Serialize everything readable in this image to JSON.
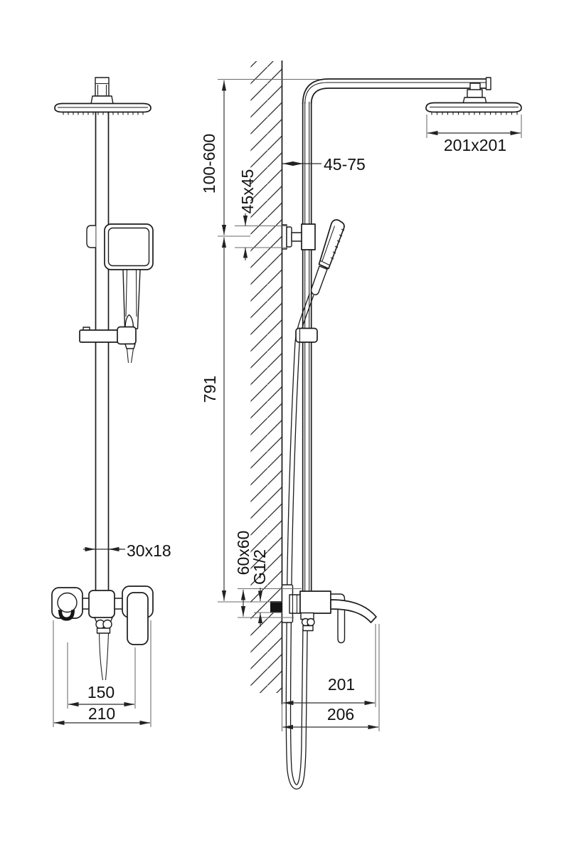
{
  "drawing": {
    "kind": "technical-dimension-drawing",
    "product": "shower-column-set",
    "views": [
      "front-view",
      "side-view"
    ],
    "dimensions": {
      "height_adjust_range": "100-600",
      "bracket_profile": "45x45",
      "wall_clearance": "45-75",
      "head_size": "201x201",
      "column_height": "791",
      "column_profile": "30x18",
      "valve_plate": "60x60",
      "inlet_thread": "G1/2",
      "spout_reach": "201",
      "spout_overall_reach": "206",
      "spout_to_handle_span": "150",
      "valve_overall_width": "210"
    },
    "colors": {
      "line": "#1c1c1c",
      "background": "#ffffff"
    }
  }
}
